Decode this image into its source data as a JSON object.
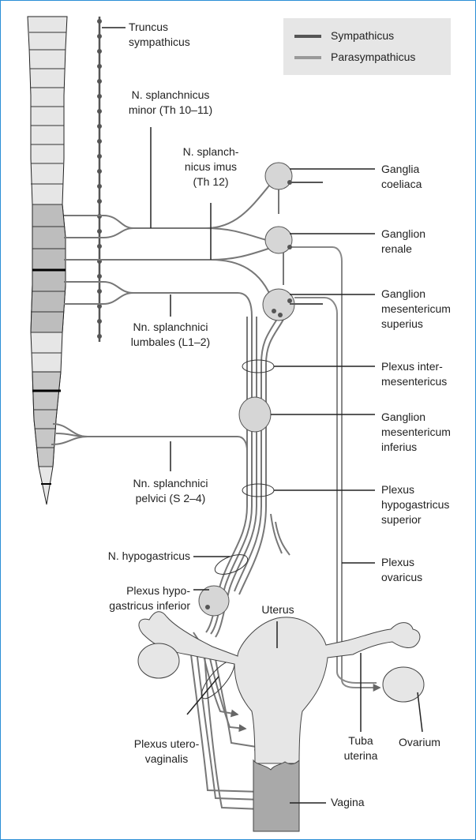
{
  "legend": {
    "sympathicus": "Sympathicus",
    "parasympathicus": "Parasympathicus"
  },
  "labels": {
    "truncus": [
      "Truncus",
      "sympathicus"
    ],
    "n_splanchnicus_minor": [
      "N. splanchnicus",
      "minor (Th 10–11)"
    ],
    "n_splanchnicus_imus": [
      "N. splanch-",
      "nicus imus",
      "(Th 12)"
    ],
    "nn_splanchnici_lumbales": [
      "Nn. splanchnici",
      "lumbales (L1–2)"
    ],
    "nn_splanchnici_pelvici": [
      "Nn. splanchnici",
      "pelvici (S 2–4)"
    ],
    "n_hypogastricus": [
      "N. hypogastricus"
    ],
    "plexus_hypogastricus_inferior": [
      "Plexus hypo-",
      "gastricus inferior"
    ],
    "plexus_uterovaginalis": [
      "Plexus utero-",
      "vaginalis"
    ],
    "uterus": [
      "Uterus"
    ],
    "tuba_uterina": [
      "Tuba",
      "uterina"
    ],
    "ovarium": [
      "Ovarium"
    ],
    "vagina": [
      "Vagina"
    ],
    "ganglia_coeliaca": [
      "Ganglia",
      "coeliaca"
    ],
    "ganglion_renale": [
      "Ganglion",
      "renale"
    ],
    "ganglion_mesentericum_superius": [
      "Ganglion",
      "mesentericum",
      "superius"
    ],
    "plexus_intermesentericus": [
      "Plexus inter-",
      "mesentericus"
    ],
    "ganglion_mesentericum_inferius": [
      "Ganglion",
      "mesentericum",
      "inferius"
    ],
    "plexus_hypogastricus_superior": [
      "Plexus",
      "hypogastricus",
      "superior"
    ],
    "plexus_ovaricus": [
      "Plexus",
      "ovaricus"
    ]
  },
  "colors": {
    "sympathicus": "#555555",
    "parasympathicus": "#8a8a8a",
    "ganglion_fill": "#d6d6d6",
    "organ_fill": "#e6e6e6",
    "vagina_fill": "#a9a9a9",
    "spine_light": "#e6e6e6",
    "spine_dark": "#bdbdbd",
    "frame": "#2a8fd6"
  }
}
